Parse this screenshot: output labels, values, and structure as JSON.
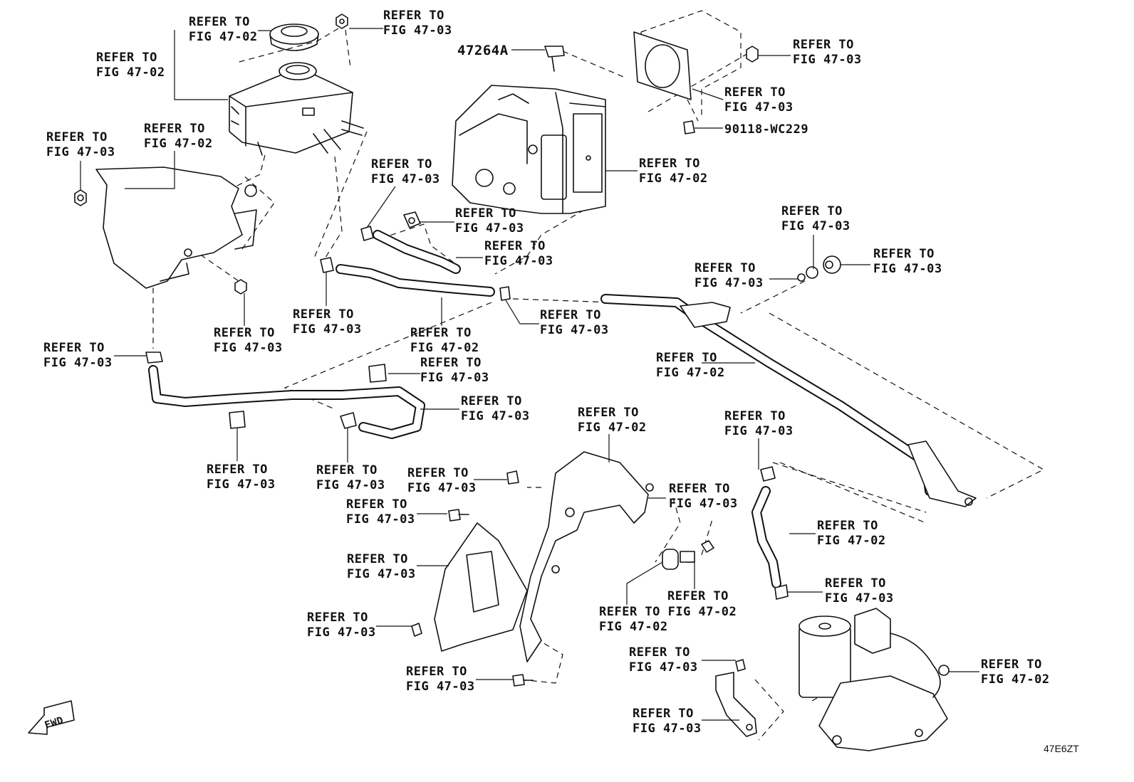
{
  "refer_text": "REFER TO",
  "labels": {
    "cap": [
      "REFER TO",
      "FIG 47-02"
    ],
    "reservoir": [
      "REFER TO",
      "FIG 47-02"
    ],
    "nut_top": [
      "REFER TO",
      "FIG 47-03"
    ],
    "part_47264a": "47264A",
    "nut_right_top": [
      "REFER TO",
      "FIG 47-03"
    ],
    "gasket": [
      "REFER TO",
      "FIG 47-03"
    ],
    "part_90118": "90118-WC229",
    "bolt_left": [
      "REFER TO",
      "FIG 47-03"
    ],
    "bracket_left": [
      "REFER TO",
      "FIG 47-02"
    ],
    "actuator": [
      "REFER TO",
      "FIG 47-02"
    ],
    "clip_hose_upper": [
      "REFER TO",
      "FIG 47-03"
    ],
    "clip_small": [
      "REFER TO",
      "FIG 47-03"
    ],
    "hose_upper": [
      "REFER TO",
      "FIG 47-03"
    ],
    "grommet_a": [
      "REFER TO",
      "FIG 47-03"
    ],
    "grommet_b": [
      "REFER TO",
      "FIG 47-03"
    ],
    "washer": [
      "REFER TO",
      "FIG 47-03"
    ],
    "nut_bracket": [
      "REFER TO",
      "FIG 47-03"
    ],
    "clip_mid": [
      "REFER TO",
      "FIG 47-03"
    ],
    "hose_mid": [
      "REFER TO",
      "FIG 47-02"
    ],
    "clip_pipe": [
      "REFER TO",
      "FIG 47-03"
    ],
    "pipe": [
      "REFER TO",
      "FIG 47-02"
    ],
    "clamp_left": [
      "REFER TO",
      "FIG 47-03"
    ],
    "clip_square_a": [
      "REFER TO",
      "FIG 47-03"
    ],
    "hose_long": [
      "REFER TO",
      "FIG 47-03"
    ],
    "clip_square_b": [
      "REFER TO",
      "FIG 47-03"
    ],
    "clamp_mid": [
      "REFER TO",
      "FIG 47-03"
    ],
    "bracket_center": [
      "REFER TO",
      "FIG 47-02"
    ],
    "clamp_right": [
      "REFER TO",
      "FIG 47-03"
    ],
    "nut_center": [
      "REFER TO",
      "FIG 47-03"
    ],
    "nut_right_mid": [
      "REFER TO",
      "FIG 47-03"
    ],
    "bolt_mid": [
      "REFER TO",
      "FIG 47-03"
    ],
    "hose_right": [
      "REFER TO",
      "FIG 47-02"
    ],
    "cover": [
      "REFER TO",
      "FIG 47-03"
    ],
    "cushion": [
      "REFER TO FIG 47-02",
      "FIG 47-02"
    ],
    "collar": [
      "REFER TO",
      "FIG 47-02"
    ],
    "clamp_pump": [
      "REFER TO",
      "FIG 47-03"
    ],
    "nut_cover": [
      "REFER TO",
      "FIG 47-03"
    ],
    "bolt_lower_right": [
      "REFER TO",
      "FIG 47-03"
    ],
    "pump_harness": [
      "REFER TO",
      "FIG 47-02"
    ],
    "bolt_bottom": [
      "REFER TO",
      "FIG 47-03"
    ],
    "bracket_lower_right": [
      "REFER TO",
      "FIG 47-03"
    ]
  },
  "fwd_text": "FWD",
  "drawing_code": "47E6ZT"
}
